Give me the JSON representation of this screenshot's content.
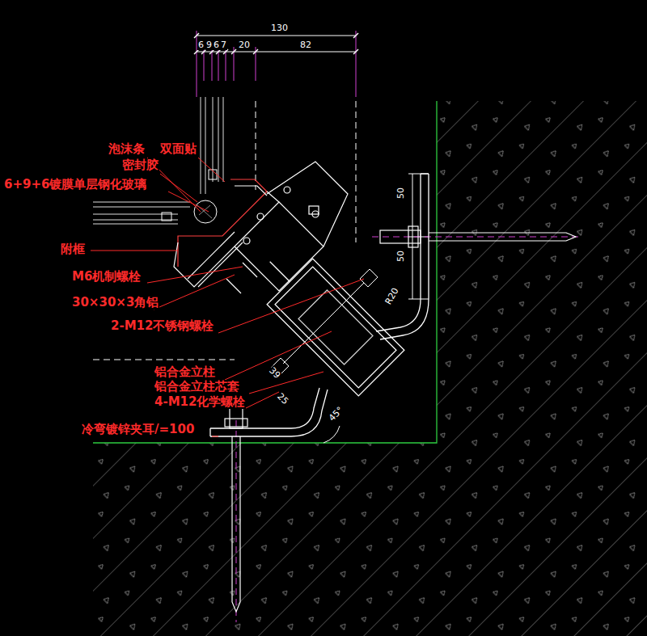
{
  "diagram": {
    "labels": [
      "泡沫条",
      "双面贴",
      "密封胶",
      "6+9+6镀膜单层钢化玻璃",
      "附框",
      "M6机制螺栓",
      "30×30×3角铝",
      "2-M12不锈钢螺栓",
      "铝合金立柱",
      "铝合金立柱芯套",
      "4-M12化学螺栓",
      "冷弯镀锌夹耳/=100",
      "130",
      "6",
      "9",
      "6",
      "7",
      "20",
      "82",
      "50",
      "50",
      "R20",
      "39",
      "25",
      "45°"
    ]
  }
}
